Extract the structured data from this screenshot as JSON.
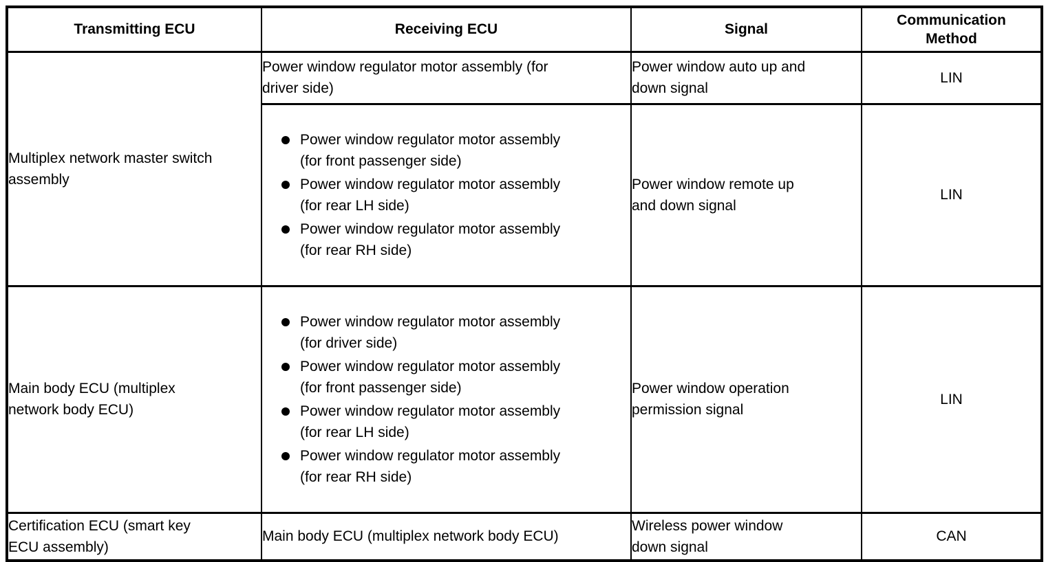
{
  "page": {
    "background": "#ffffff"
  },
  "colors": {
    "border": "#000000",
    "text": "#000000"
  },
  "icons": {
    "bullet": "●"
  },
  "table": {
    "headers": {
      "transmitting": "Transmitting ECU",
      "receiving": "Receiving ECU",
      "signal": "Signal",
      "method": "Communication\nMethod"
    },
    "row_groups": [
      {
        "transmitting": "Multiplex network master switch\nassembly",
        "rows": [
          {
            "receiving": "Power window regulator motor assembly (for\ndriver side)",
            "signal": "Power window auto up and\ndown signal",
            "method": "LIN"
          },
          {
            "receiving_bullets": [
              "Power window regulator motor assembly\n(for front passenger side)",
              "Power window regulator motor assembly\n(for rear LH side)",
              "Power window regulator motor assembly\n(for rear RH side)"
            ],
            "signal": "Power window remote up\nand down signal",
            "method": "LIN"
          }
        ]
      },
      {
        "transmitting": "Main body ECU (multiplex\nnetwork body ECU)",
        "rows": [
          {
            "receiving_bullets": [
              "Power window regulator motor assembly\n(for driver side)",
              "Power window regulator motor assembly\n(for front passenger side)",
              "Power window regulator motor assembly\n(for rear LH side)",
              "Power window regulator motor assembly\n(for rear RH side)"
            ],
            "signal": "Power window operation\npermission signal",
            "method": "LIN"
          }
        ]
      },
      {
        "transmitting": "Certification ECU (smart key\nECU assembly)",
        "rows": [
          {
            "receiving": "Main body ECU (multiplex network body ECU)",
            "signal": "Wireless power window\ndown signal",
            "method": "CAN"
          }
        ]
      }
    ]
  }
}
